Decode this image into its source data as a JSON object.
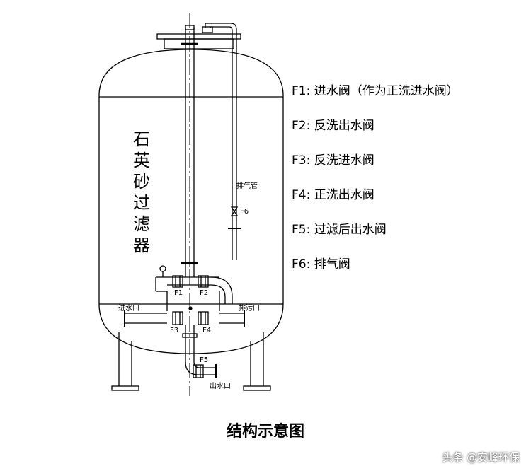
{
  "diagram": {
    "vessel_title_chars": [
      "石",
      "英",
      "砂",
      "过",
      "滤",
      "器"
    ],
    "labels": {
      "exhaust_pipe": "排气管",
      "f6": "F6",
      "f1": "F1",
      "f2": "F2",
      "f3": "F3",
      "f4": "F4",
      "f5": "F5",
      "inlet": "进水口",
      "drain": "排污口",
      "outlet": "出水口"
    },
    "legend": [
      "F1: 进水阀（作为正洗进水阀）",
      "F2: 反洗出水阀",
      "F3: 反洗进水阀",
      "F4: 正洗出水阀",
      "F5: 过滤后出水阀",
      "F6: 排气阀"
    ],
    "caption": "结构示意图",
    "watermark": "头条 @安峰环保",
    "colors": {
      "line": "#000000",
      "background": "#ffffff"
    }
  }
}
